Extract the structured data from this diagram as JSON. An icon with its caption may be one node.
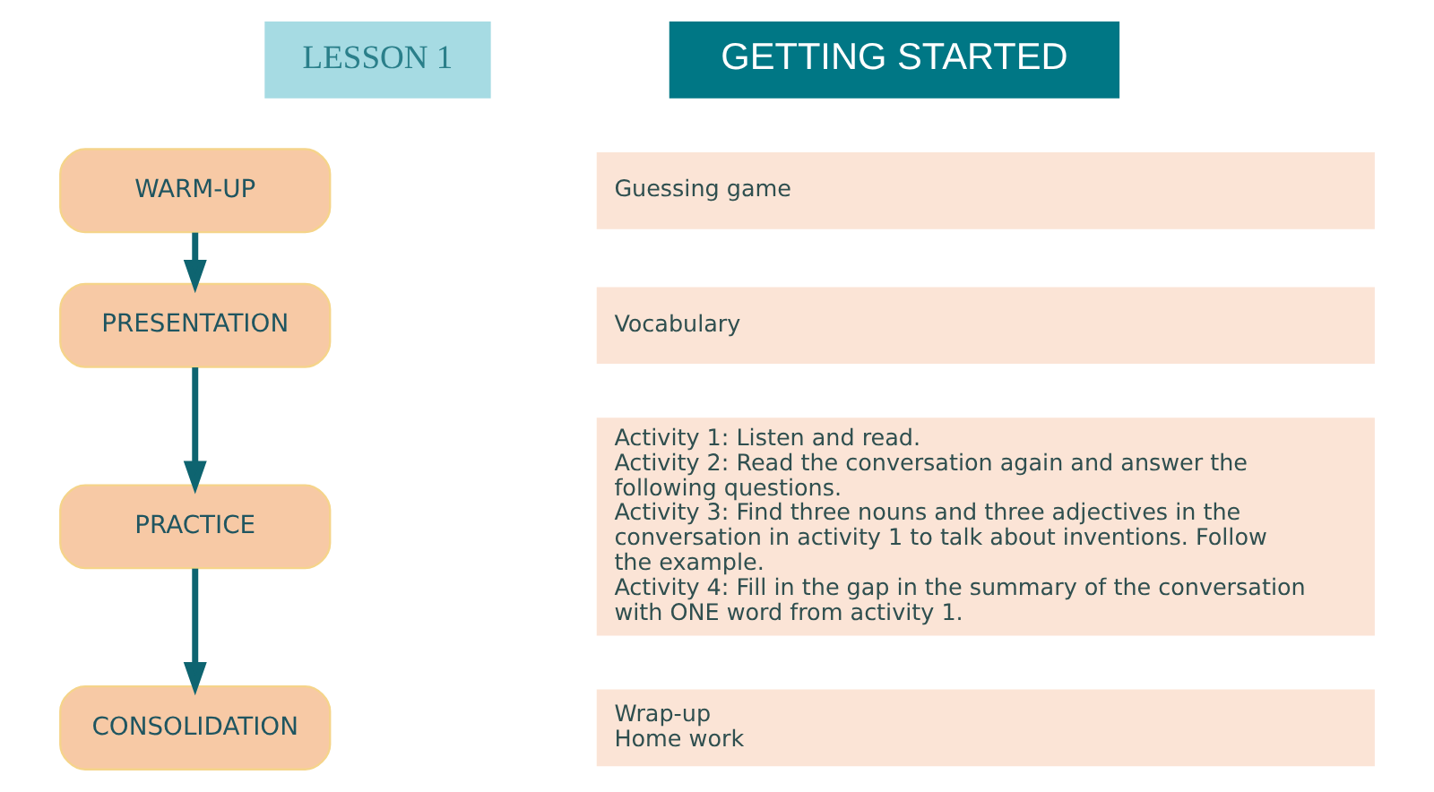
{
  "diagram": {
    "nodes": [
      {
        "text": [
          "LESSON 1"
        ]
      },
      {
        "text": [
          "GETTING STARTED"
        ]
      },
      {
        "text": [
          "WARM-UP"
        ]
      },
      {
        "text": [
          "Guessing game"
        ]
      },
      {
        "text": [
          "PRESENTATION"
        ]
      },
      {
        "text": [
          "Vocabulary"
        ]
      },
      {
        "text": [
          "PRACTICE"
        ]
      },
      {
        "text": [
          "Activity 1: Listen and read.",
          "Activity 2: Read the conversation again and answer the following questions.",
          "Activity 3: Find three nouns and three adjectives in the conversation in activity 1 to talk about inventions. Follow the example.",
          "Activity 4: Fill in the gap in the summary of the conversation with ONE word from activity 1."
        ]
      },
      {
        "text": [
          "CONSOLIDATION"
        ]
      },
      {
        "text": [
          "Wrap-up",
          "Home work"
        ]
      }
    ],
    "edges": [
      {
        "from": 2,
        "to": 4,
        "arrow": "to"
      },
      {
        "from": 4,
        "to": 6,
        "arrow": "to"
      },
      {
        "from": 6,
        "to": 8,
        "arrow": "to"
      }
    ]
  }
}
